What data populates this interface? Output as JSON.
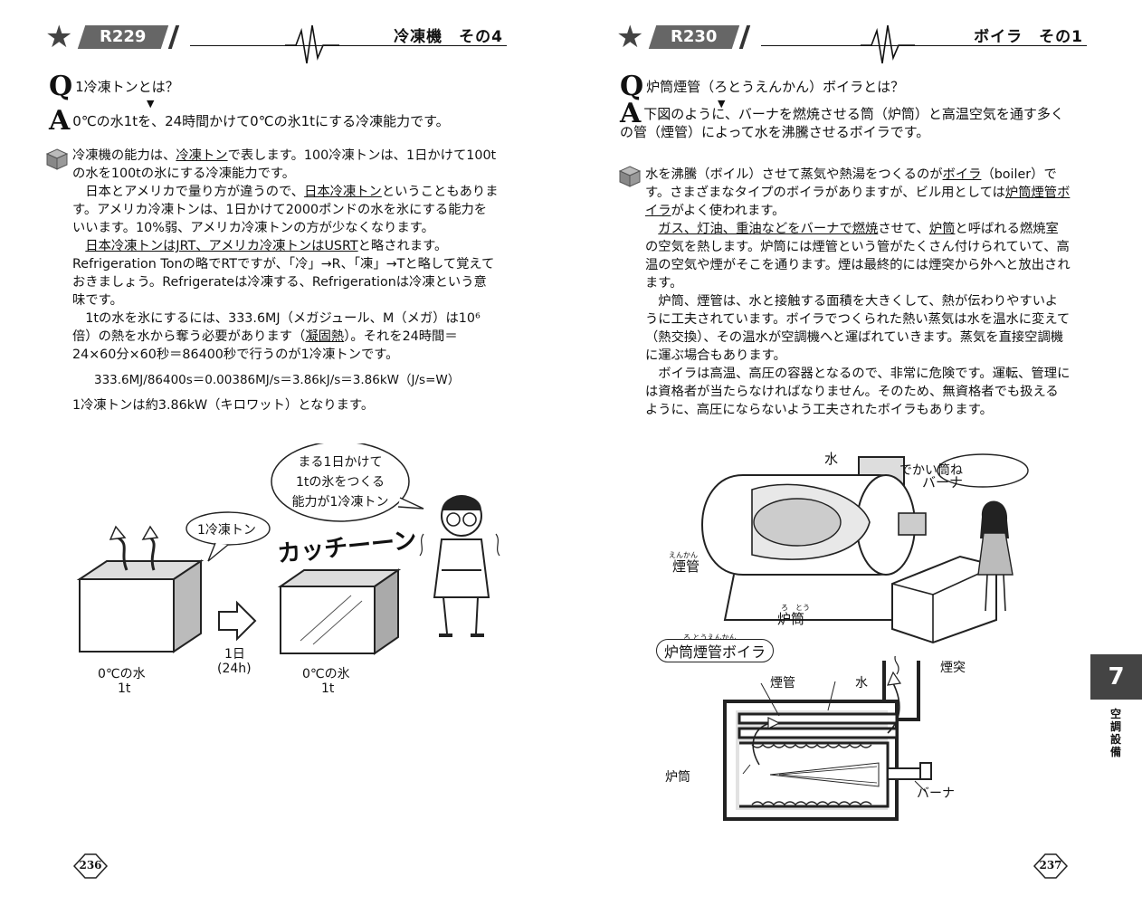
{
  "left": {
    "code": "R229",
    "title": "冷凍機　その4",
    "q_letter": "Q",
    "question": "1冷凍トンとは？",
    "a_letter": "A",
    "answer": "0℃の水1tを、24時間かけて0℃の氷1tにする冷凍能力です。",
    "paragraphs": [
      [
        "冷凍機の能力は、",
        "冷凍トン",
        "で表します。100冷凍トンは、1日かけて100tの水を100tの氷にする冷凍能力です。"
      ],
      [
        "　日本とアメリカで量り方が違うので、",
        "日本冷凍トン",
        "ということもあります。アメリカ冷凍トンは、1日かけて2000ポンドの水を氷にする能力をいいます。10%弱、アメリカ冷凍トンの方が少なくなります。"
      ],
      [
        "　",
        "日本冷凍トンはJRT、アメリカ冷凍トンはUSRT",
        "と略されます。Refrigeration Tonの略でRTですが、「冷」→R、「凍」→Tと略して覚えておきましょう。Refrigerateは冷凍する、Refrigerationは冷凍という意味です。"
      ],
      [
        "　1tの水を氷にするには、333.6MJ（メガジュール、M（メガ）は10⁶倍）の熱を水から奪う必要があります（",
        "凝固熱",
        "）。それを24時間＝24×60分×60秒＝86400秒で行うのが1冷凍トンです。"
      ]
    ],
    "formula": "333.6MJ/86400s＝0.00386MJ/s＝3.86kJ/s＝3.86kW（J/s=W）",
    "conclusion": "1冷凍トンは約3.86kW（キロワット）となります。",
    "illus": {
      "bubble": [
        "まる1日かけて",
        "1tの氷をつくる",
        "能力が1冷凍トン"
      ],
      "small_bubble": "1冷凍トン",
      "sfx": "カッチーーン",
      "water_label": "0℃の水",
      "water_mass": "1t",
      "time_label": "1日",
      "time_hours": "(24h)",
      "ice_label": "0℃の氷",
      "ice_mass": "1t"
    },
    "page_number": "236"
  },
  "right": {
    "code": "R230",
    "title": "ボイラ　その1",
    "q_letter": "Q",
    "question": "炉筒煙管（ろとうえんかん）ボイラとは？",
    "a_letter": "A",
    "answer": "下図のように、バーナを燃焼させる筒（炉筒）と高温空気を通す多くの管（煙管）によって水を沸騰させるボイラです。",
    "paragraphs": [
      [
        "水を沸騰（ボイル）させて蒸気や熱湯をつくるのが",
        "ボイラ",
        "（boiler）です。さまざまなタイプのボイラがありますが、ビル用としては",
        "炉筒煙管ボイラ",
        "がよく使われます。"
      ],
      [
        "　",
        "ガス、灯油、重油などをバーナで燃焼",
        "させて、",
        "炉筒",
        "と呼ばれる燃焼室の空気を熱します。炉筒には煙管という管がたくさん付けられていて、高温の空気や煙がそこを通ります。煙は最終的には煙突から外へと放出されます。"
      ],
      [
        "　炉筒、煙管は、水と接触する面積を大きくして、熱が伝わりやすいように工夫されています。ボイラでつくられた熱い蒸気は水を温水に変えて（熱交換）、その温水が空調機へと運ばれていきます。蒸気を直接空調機に運ぶ場合もあります。"
      ],
      [
        "　ボイラは高温、高圧の容器となるので、非常に危険です。運転、管理には資格者が当たらなければなりません。そのため、無資格者でも扱えるように、高圧にならないよう工夫されたボイラもあります。"
      ]
    ],
    "illus": {
      "speech": "でかい筒ね",
      "water": "水",
      "burner": "バーナ",
      "smoke_tube": "煙管",
      "smoke_tube_ruby": "えんかん",
      "furnace": "炉筒",
      "furnace_ruby": "ろ　とう",
      "boiler_name": "炉筒煙管ボイラ",
      "boiler_name_ruby": "ろ とうえんかん",
      "chimney": "煙突",
      "d_smoke_tube": "煙管",
      "d_water": "水",
      "d_furnace": "炉筒",
      "d_burner": "バーナ"
    },
    "page_number": "237"
  },
  "tab": {
    "chapter": "7",
    "label": "空調設備"
  }
}
